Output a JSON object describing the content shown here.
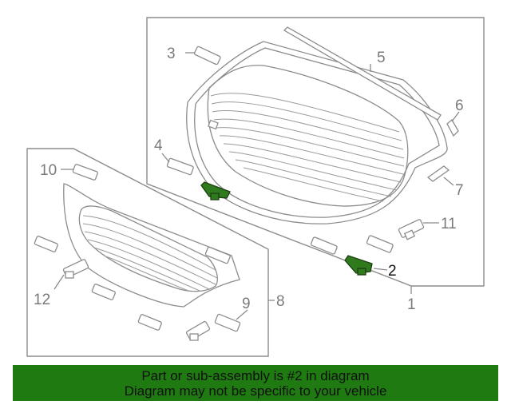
{
  "callouts": {
    "c1": "1",
    "c2": "2",
    "c3": "3",
    "c4": "4",
    "c5": "5",
    "c6": "6",
    "c7": "7",
    "c8": "8",
    "c9": "9",
    "c10": "10",
    "c11": "11",
    "c12": "12"
  },
  "banner": {
    "line1": "Part or sub-assembly is #2 in diagram",
    "line2": "Diagram may not be specific to your vehicle"
  },
  "colors": {
    "highlight_part": "#2f7a1c",
    "banner_bg": "#1f7a12",
    "line": "#8c8c8c"
  }
}
